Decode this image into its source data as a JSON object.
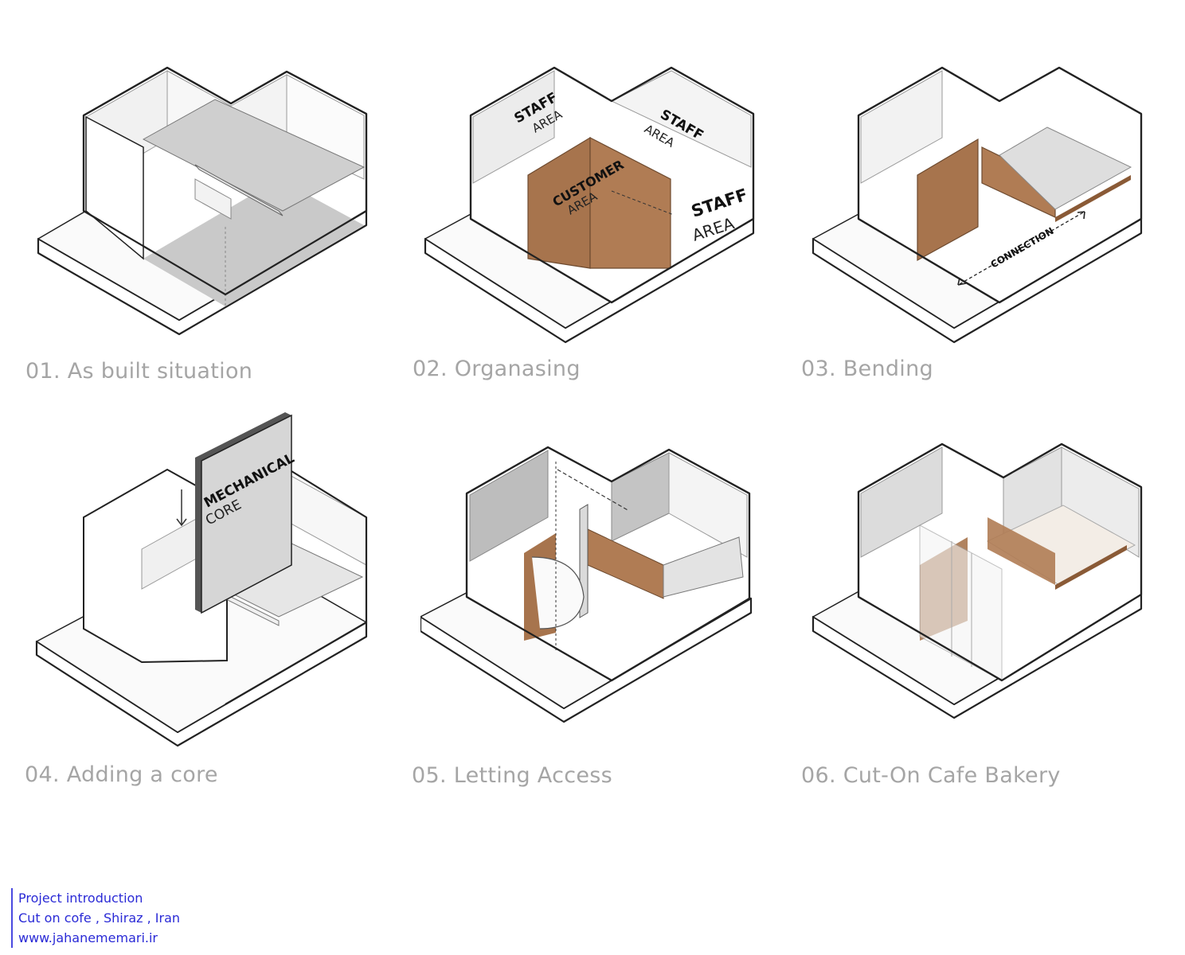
{
  "panels": [
    {
      "caption": "01. As built situation"
    },
    {
      "caption": "02. Organasing",
      "labels": {
        "staff_left_1": "STAFF",
        "staff_left_2": "AREA",
        "staff_right_1": "STAFF",
        "staff_right_2": "AREA",
        "customer_1": "CUSTOMER",
        "customer_2": "AREA",
        "staff_front_1": "STAFF",
        "staff_front_2": "AREA"
      }
    },
    {
      "caption": "03. Bending",
      "labels": {
        "connection": "CONNECTION"
      }
    },
    {
      "caption": "04. Adding a core",
      "labels": {
        "core_1": "MECHANICAL",
        "core_2": "CORE"
      }
    },
    {
      "caption": "05. Letting Access"
    },
    {
      "caption": "06. Cut-On Cafe Bakery"
    }
  ],
  "footer": {
    "line1": "Project introduction",
    "line2": "Cut on cofe , Shiraz , Iran",
    "line3": "www.jahanememari.ir"
  },
  "colors": {
    "wood": "#9b6a44",
    "outline": "#222222",
    "floor_grey": "#c9c9c9",
    "caption": "#a5a5a5",
    "footer": "#2a2ad6"
  }
}
